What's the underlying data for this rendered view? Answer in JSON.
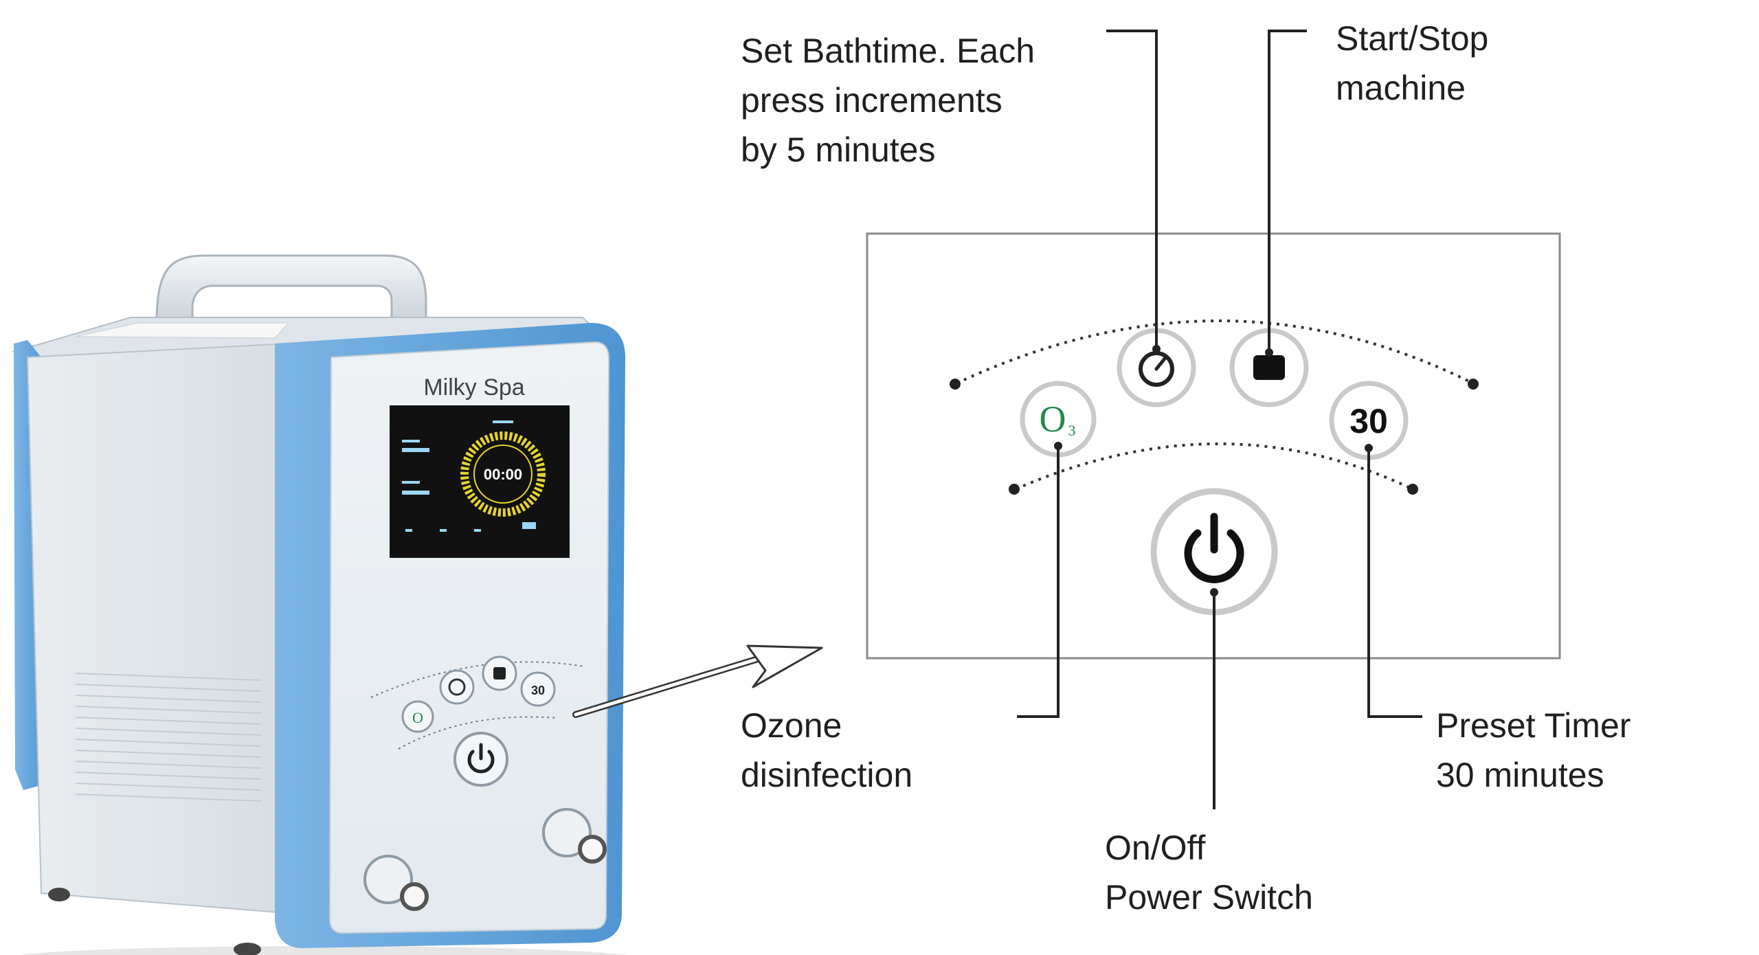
{
  "device": {
    "brand": "Milky Spa",
    "display": {
      "timer": "00:00"
    }
  },
  "panel": {
    "ozone_symbol": "O",
    "ozone_subscript": "3",
    "preset_label": "30"
  },
  "callouts": {
    "bathtime": [
      "Set Bathtime. Each",
      "press increments",
      "by 5 minutes"
    ],
    "start_stop": [
      "Start/Stop",
      "machine"
    ],
    "ozone": [
      "Ozone",
      "disinfection"
    ],
    "preset": [
      "Preset Timer",
      "30 minutes"
    ],
    "power": [
      "On/Off",
      "Power Switch"
    ]
  },
  "colors": {
    "device_blue": "#5fa3dc",
    "ozone_green": "#1f8a4c",
    "screen_yellow": "#e5d32c"
  }
}
